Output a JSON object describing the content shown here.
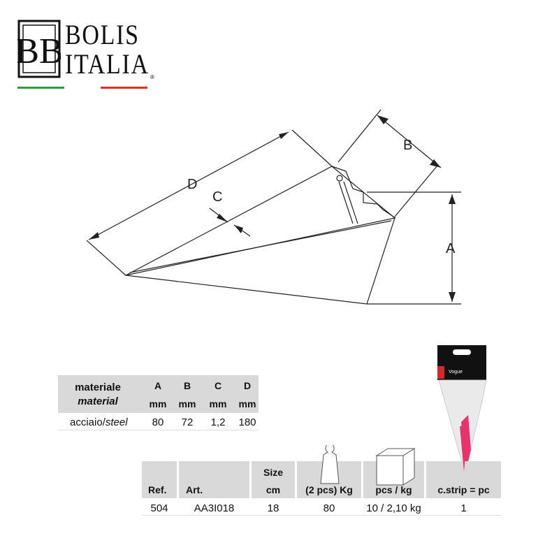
{
  "logo": {
    "line1": "BOLIS",
    "line2": "ITALIA",
    "mark": "®",
    "monogram": "BB"
  },
  "diagram": {
    "labels": {
      "a": "A",
      "b": "B",
      "c": "C",
      "d": "D"
    }
  },
  "material_table": {
    "header_material": "materiale",
    "header_material_en": "material",
    "columns": [
      "A",
      "B",
      "C",
      "D"
    ],
    "unit": "mm",
    "row": {
      "material": "acciaio/",
      "material_en": "steel",
      "values": [
        "80",
        "72",
        "1,2",
        "180"
      ]
    }
  },
  "product_table": {
    "headers": {
      "ref": "Ref.",
      "art": "Art.",
      "size_top": "Size",
      "size_unit": "cm",
      "weight": "(2 pcs) Kg",
      "pcs_kg": "pcs / kg",
      "strip": "c.strip = pc"
    },
    "row": {
      "ref": "504",
      "art": "AA3I018",
      "size": "18",
      "weight": "80",
      "pcs_kg": "10 / 2,10 kg",
      "strip": "1"
    }
  },
  "package": {
    "brand": "Vogue"
  }
}
